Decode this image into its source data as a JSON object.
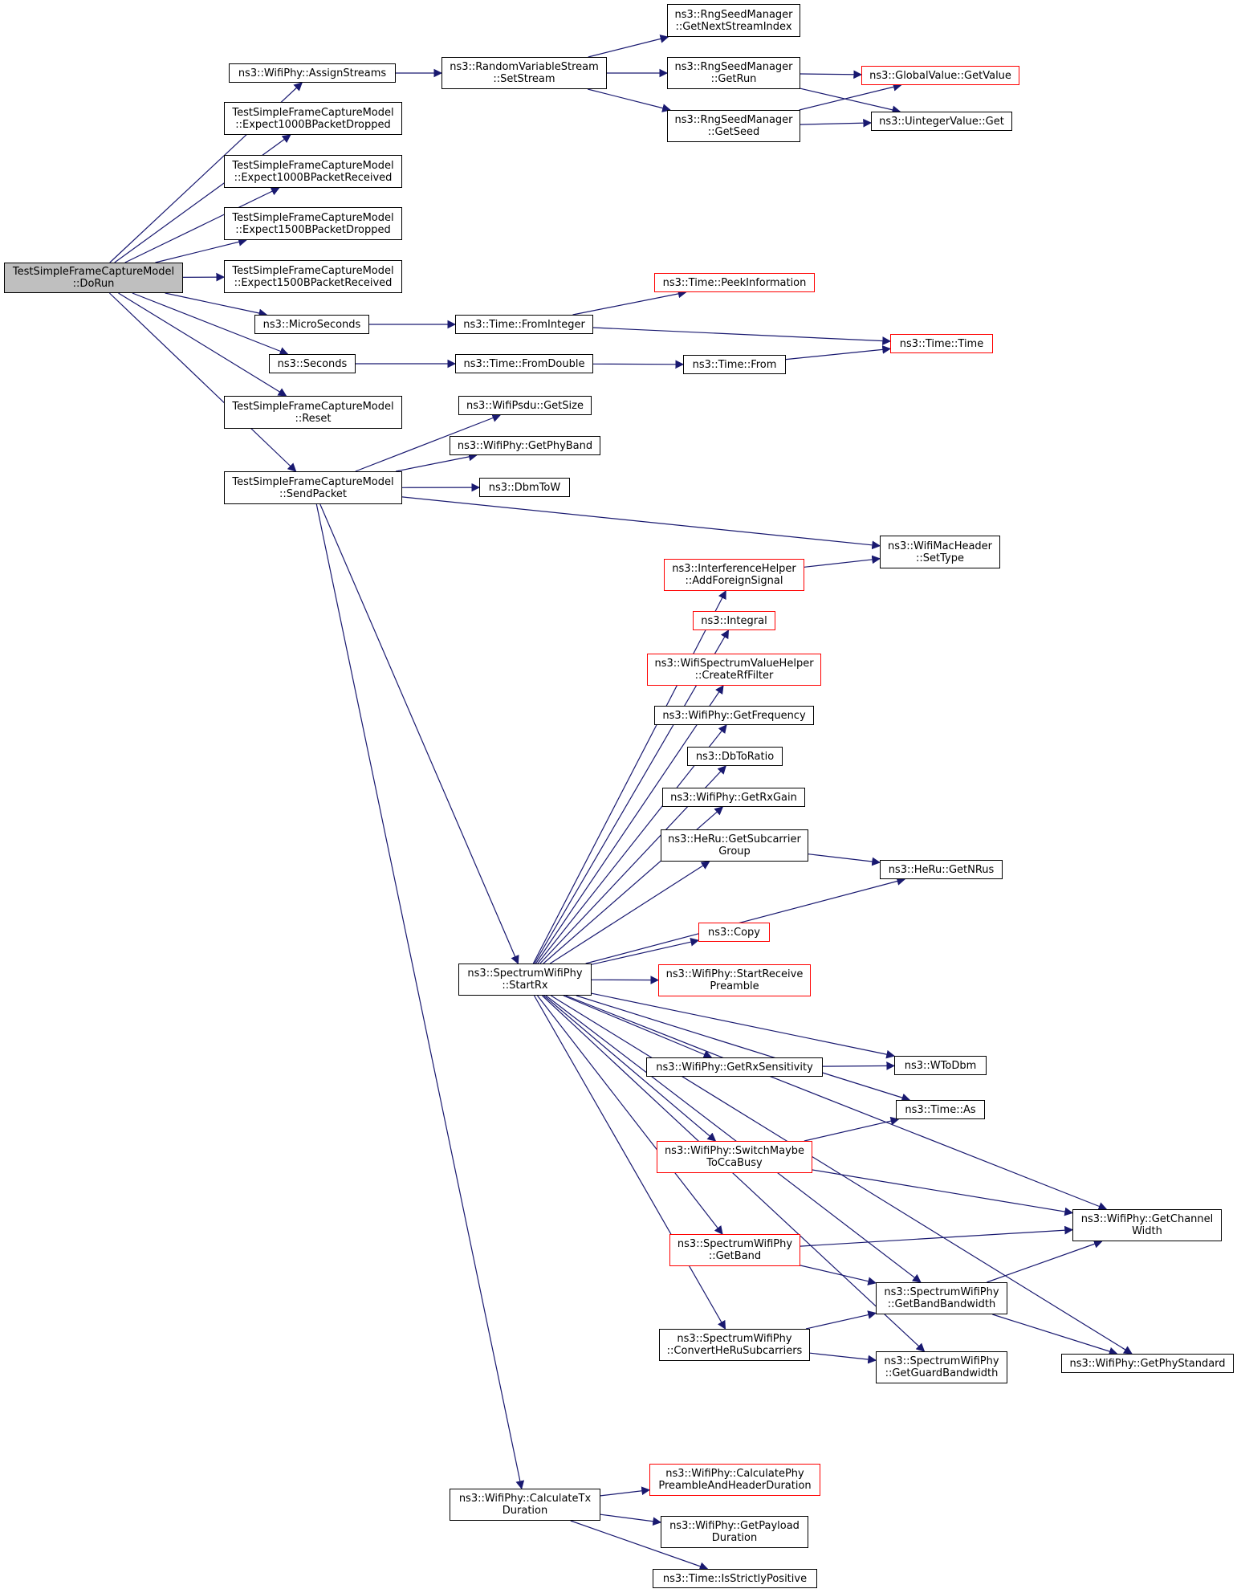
{
  "colors": {
    "edge": "#191970",
    "normal_border": "#000000",
    "truncated_border": "#ff0000",
    "root_fill": "#bfbfbf",
    "background": "#ffffff"
  },
  "nodes": {
    "doRun": {
      "lines": [
        "TestSimpleFrameCaptureModel",
        "::DoRun"
      ]
    },
    "assignStreams": {
      "lines": [
        "ns3::WifiPhy::AssignStreams"
      ]
    },
    "expect1000Dropped": {
      "lines": [
        "TestSimpleFrameCaptureModel",
        "::Expect1000BPacketDropped"
      ]
    },
    "expect1000Received": {
      "lines": [
        "TestSimpleFrameCaptureModel",
        "::Expect1000BPacketReceived"
      ]
    },
    "expect1500Dropped": {
      "lines": [
        "TestSimpleFrameCaptureModel",
        "::Expect1500BPacketDropped"
      ]
    },
    "expect1500Received": {
      "lines": [
        "TestSimpleFrameCaptureModel",
        "::Expect1500BPacketReceived"
      ]
    },
    "microSeconds": {
      "lines": [
        "ns3::MicroSeconds"
      ]
    },
    "seconds": {
      "lines": [
        "ns3::Seconds"
      ]
    },
    "reset": {
      "lines": [
        "TestSimpleFrameCaptureModel",
        "::Reset"
      ]
    },
    "sendPacket": {
      "lines": [
        "TestSimpleFrameCaptureModel",
        "::SendPacket"
      ]
    },
    "setStream": {
      "lines": [
        "ns3::RandomVariableStream",
        "::SetStream"
      ]
    },
    "getNextStreamIndex": {
      "lines": [
        "ns3::RngSeedManager",
        "::GetNextStreamIndex"
      ]
    },
    "getRun": {
      "lines": [
        "ns3::RngSeedManager",
        "::GetRun"
      ]
    },
    "getSeed": {
      "lines": [
        "ns3::RngSeedManager",
        "::GetSeed"
      ]
    },
    "globalGetValue": {
      "lines": [
        "ns3::GlobalValue::GetValue"
      ]
    },
    "uintegerGet": {
      "lines": [
        "ns3::UintegerValue::Get"
      ]
    },
    "fromInteger": {
      "lines": [
        "ns3::Time::FromInteger"
      ]
    },
    "peekInformation": {
      "lines": [
        "ns3::Time::PeekInformation"
      ]
    },
    "timeTime": {
      "lines": [
        "ns3::Time::Time"
      ]
    },
    "fromDouble": {
      "lines": [
        "ns3::Time::FromDouble"
      ]
    },
    "timeFrom": {
      "lines": [
        "ns3::Time::From"
      ]
    },
    "psduGetSize": {
      "lines": [
        "ns3::WifiPsdu::GetSize"
      ]
    },
    "getPhyBand": {
      "lines": [
        "ns3::WifiPhy::GetPhyBand"
      ]
    },
    "dbmToW": {
      "lines": [
        "ns3::DbmToW"
      ]
    },
    "setType": {
      "lines": [
        "ns3::WifiMacHeader",
        "::SetType"
      ]
    },
    "startRx": {
      "lines": [
        "ns3::SpectrumWifiPhy",
        "::StartRx"
      ]
    },
    "addForeignSignal": {
      "lines": [
        "ns3::InterferenceHelper",
        "::AddForeignSignal"
      ]
    },
    "integral": {
      "lines": [
        "ns3::Integral"
      ]
    },
    "createRfFilter": {
      "lines": [
        "ns3::WifiSpectrumValueHelper",
        "::CreateRfFilter"
      ]
    },
    "getFrequency": {
      "lines": [
        "ns3::WifiPhy::GetFrequency"
      ]
    },
    "dbToRatio": {
      "lines": [
        "ns3::DbToRatio"
      ]
    },
    "getRxGain": {
      "lines": [
        "ns3::WifiPhy::GetRxGain"
      ]
    },
    "getSubcarrierGroup": {
      "lines": [
        "ns3::HeRu::GetSubcarrier",
        "Group"
      ]
    },
    "getNRus": {
      "lines": [
        "ns3::HeRu::GetNRus"
      ]
    },
    "copy": {
      "lines": [
        "ns3::Copy"
      ]
    },
    "startReceivePreamble": {
      "lines": [
        "ns3::WifiPhy::StartReceive",
        "Preamble"
      ]
    },
    "getRxSensitivity": {
      "lines": [
        "ns3::WifiPhy::GetRxSensitivity"
      ]
    },
    "wToDbm": {
      "lines": [
        "ns3::WToDbm"
      ]
    },
    "timeAs": {
      "lines": [
        "ns3::Time::As"
      ]
    },
    "switchMaybeToCcaBusy": {
      "lines": [
        "ns3::WifiPhy::SwitchMaybe",
        "ToCcaBusy"
      ]
    },
    "getChannelWidth": {
      "lines": [
        "ns3::WifiPhy::GetChannel",
        "Width"
      ]
    },
    "getBand": {
      "lines": [
        "ns3::SpectrumWifiPhy",
        "::GetBand"
      ]
    },
    "getBandBandwidth": {
      "lines": [
        "ns3::SpectrumWifiPhy",
        "::GetBandBandwidth"
      ]
    },
    "convertHeRuSubcarriers": {
      "lines": [
        "ns3::SpectrumWifiPhy",
        "::ConvertHeRuSubcarriers"
      ]
    },
    "getGuardBandwidth": {
      "lines": [
        "ns3::SpectrumWifiPhy",
        "::GetGuardBandwidth"
      ]
    },
    "getPhyStandard": {
      "lines": [
        "ns3::WifiPhy::GetPhyStandard"
      ]
    },
    "calculateTxDuration": {
      "lines": [
        "ns3::WifiPhy::CalculateTx",
        "Duration"
      ]
    },
    "calcPreambleHeader": {
      "lines": [
        "ns3::WifiPhy::CalculatePhy",
        "PreambleAndHeaderDuration"
      ]
    },
    "getPayloadDuration": {
      "lines": [
        "ns3::WifiPhy::GetPayload",
        "Duration"
      ]
    },
    "isStrictlyPositive": {
      "lines": [
        "ns3::Time::IsStrictlyPositive"
      ]
    }
  },
  "edges": [
    [
      "doRun",
      "assignStreams"
    ],
    [
      "doRun",
      "expect1000Dropped"
    ],
    [
      "doRun",
      "expect1000Received"
    ],
    [
      "doRun",
      "expect1500Dropped"
    ],
    [
      "doRun",
      "expect1500Received"
    ],
    [
      "doRun",
      "microSeconds"
    ],
    [
      "doRun",
      "seconds"
    ],
    [
      "doRun",
      "reset"
    ],
    [
      "doRun",
      "sendPacket"
    ],
    [
      "assignStreams",
      "setStream"
    ],
    [
      "setStream",
      "getNextStreamIndex"
    ],
    [
      "setStream",
      "getRun"
    ],
    [
      "setStream",
      "getSeed"
    ],
    [
      "getRun",
      "globalGetValue"
    ],
    [
      "getRun",
      "uintegerGet"
    ],
    [
      "getSeed",
      "globalGetValue"
    ],
    [
      "getSeed",
      "uintegerGet"
    ],
    [
      "microSeconds",
      "fromInteger"
    ],
    [
      "fromInteger",
      "peekInformation"
    ],
    [
      "fromInteger",
      "timeTime"
    ],
    [
      "seconds",
      "fromDouble"
    ],
    [
      "fromDouble",
      "timeFrom"
    ],
    [
      "timeFrom",
      "timeTime"
    ],
    [
      "sendPacket",
      "psduGetSize"
    ],
    [
      "sendPacket",
      "getPhyBand"
    ],
    [
      "sendPacket",
      "dbmToW"
    ],
    [
      "sendPacket",
      "setType"
    ],
    [
      "sendPacket",
      "startRx"
    ],
    [
      "sendPacket",
      "calculateTxDuration"
    ],
    [
      "startRx",
      "addForeignSignal"
    ],
    [
      "addForeignSignal",
      "setType"
    ],
    [
      "startRx",
      "integral"
    ],
    [
      "startRx",
      "createRfFilter"
    ],
    [
      "startRx",
      "getFrequency"
    ],
    [
      "startRx",
      "dbToRatio"
    ],
    [
      "startRx",
      "getRxGain"
    ],
    [
      "startRx",
      "getSubcarrierGroup"
    ],
    [
      "getSubcarrierGroup",
      "getNRus"
    ],
    [
      "startRx",
      "getNRus"
    ],
    [
      "startRx",
      "copy"
    ],
    [
      "startRx",
      "startReceivePreamble"
    ],
    [
      "startRx",
      "getRxSensitivity"
    ],
    [
      "getRxSensitivity",
      "wToDbm"
    ],
    [
      "startRx",
      "wToDbm"
    ],
    [
      "startRx",
      "timeAs"
    ],
    [
      "startRx",
      "switchMaybeToCcaBusy"
    ],
    [
      "switchMaybeToCcaBusy",
      "timeAs"
    ],
    [
      "switchMaybeToCcaBusy",
      "getChannelWidth"
    ],
    [
      "startRx",
      "getChannelWidth"
    ],
    [
      "startRx",
      "getBand"
    ],
    [
      "getBand",
      "getChannelWidth"
    ],
    [
      "getBand",
      "getBandBandwidth"
    ],
    [
      "getBandBandwidth",
      "getChannelWidth"
    ],
    [
      "getBandBandwidth",
      "getPhyStandard"
    ],
    [
      "startRx",
      "getBandBandwidth"
    ],
    [
      "startRx",
      "convertHeRuSubcarriers"
    ],
    [
      "convertHeRuSubcarriers",
      "getBandBandwidth"
    ],
    [
      "convertHeRuSubcarriers",
      "getGuardBandwidth"
    ],
    [
      "startRx",
      "getGuardBandwidth"
    ],
    [
      "startRx",
      "getPhyStandard"
    ],
    [
      "calculateTxDuration",
      "calcPreambleHeader"
    ],
    [
      "calculateTxDuration",
      "getPayloadDuration"
    ],
    [
      "calculateTxDuration",
      "isStrictlyPositive"
    ]
  ]
}
